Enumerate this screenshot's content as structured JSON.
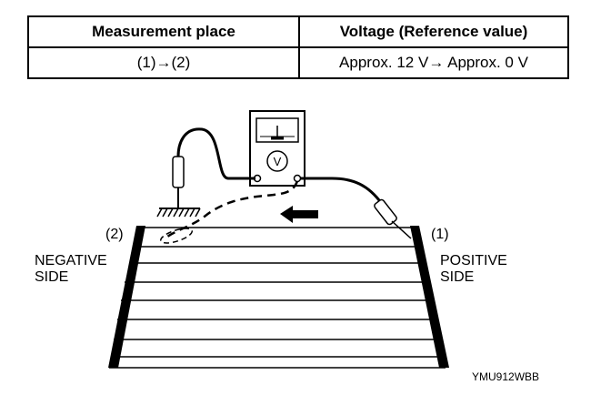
{
  "table": {
    "headers": [
      "Measurement place",
      "Voltage (Reference value)"
    ],
    "rows": [
      [
        "(1)→(2)",
        "Approx. 12 V→ Approx. 0 V"
      ]
    ]
  },
  "diagram": {
    "meter_symbol": "V",
    "label_2": "(2)",
    "negative_side": [
      "NEGATIVE",
      "SIDE"
    ],
    "label_1": "(1)",
    "positive_side": [
      "POSITIVE",
      "SIDE"
    ],
    "figure_code": "YMU912WBB"
  }
}
